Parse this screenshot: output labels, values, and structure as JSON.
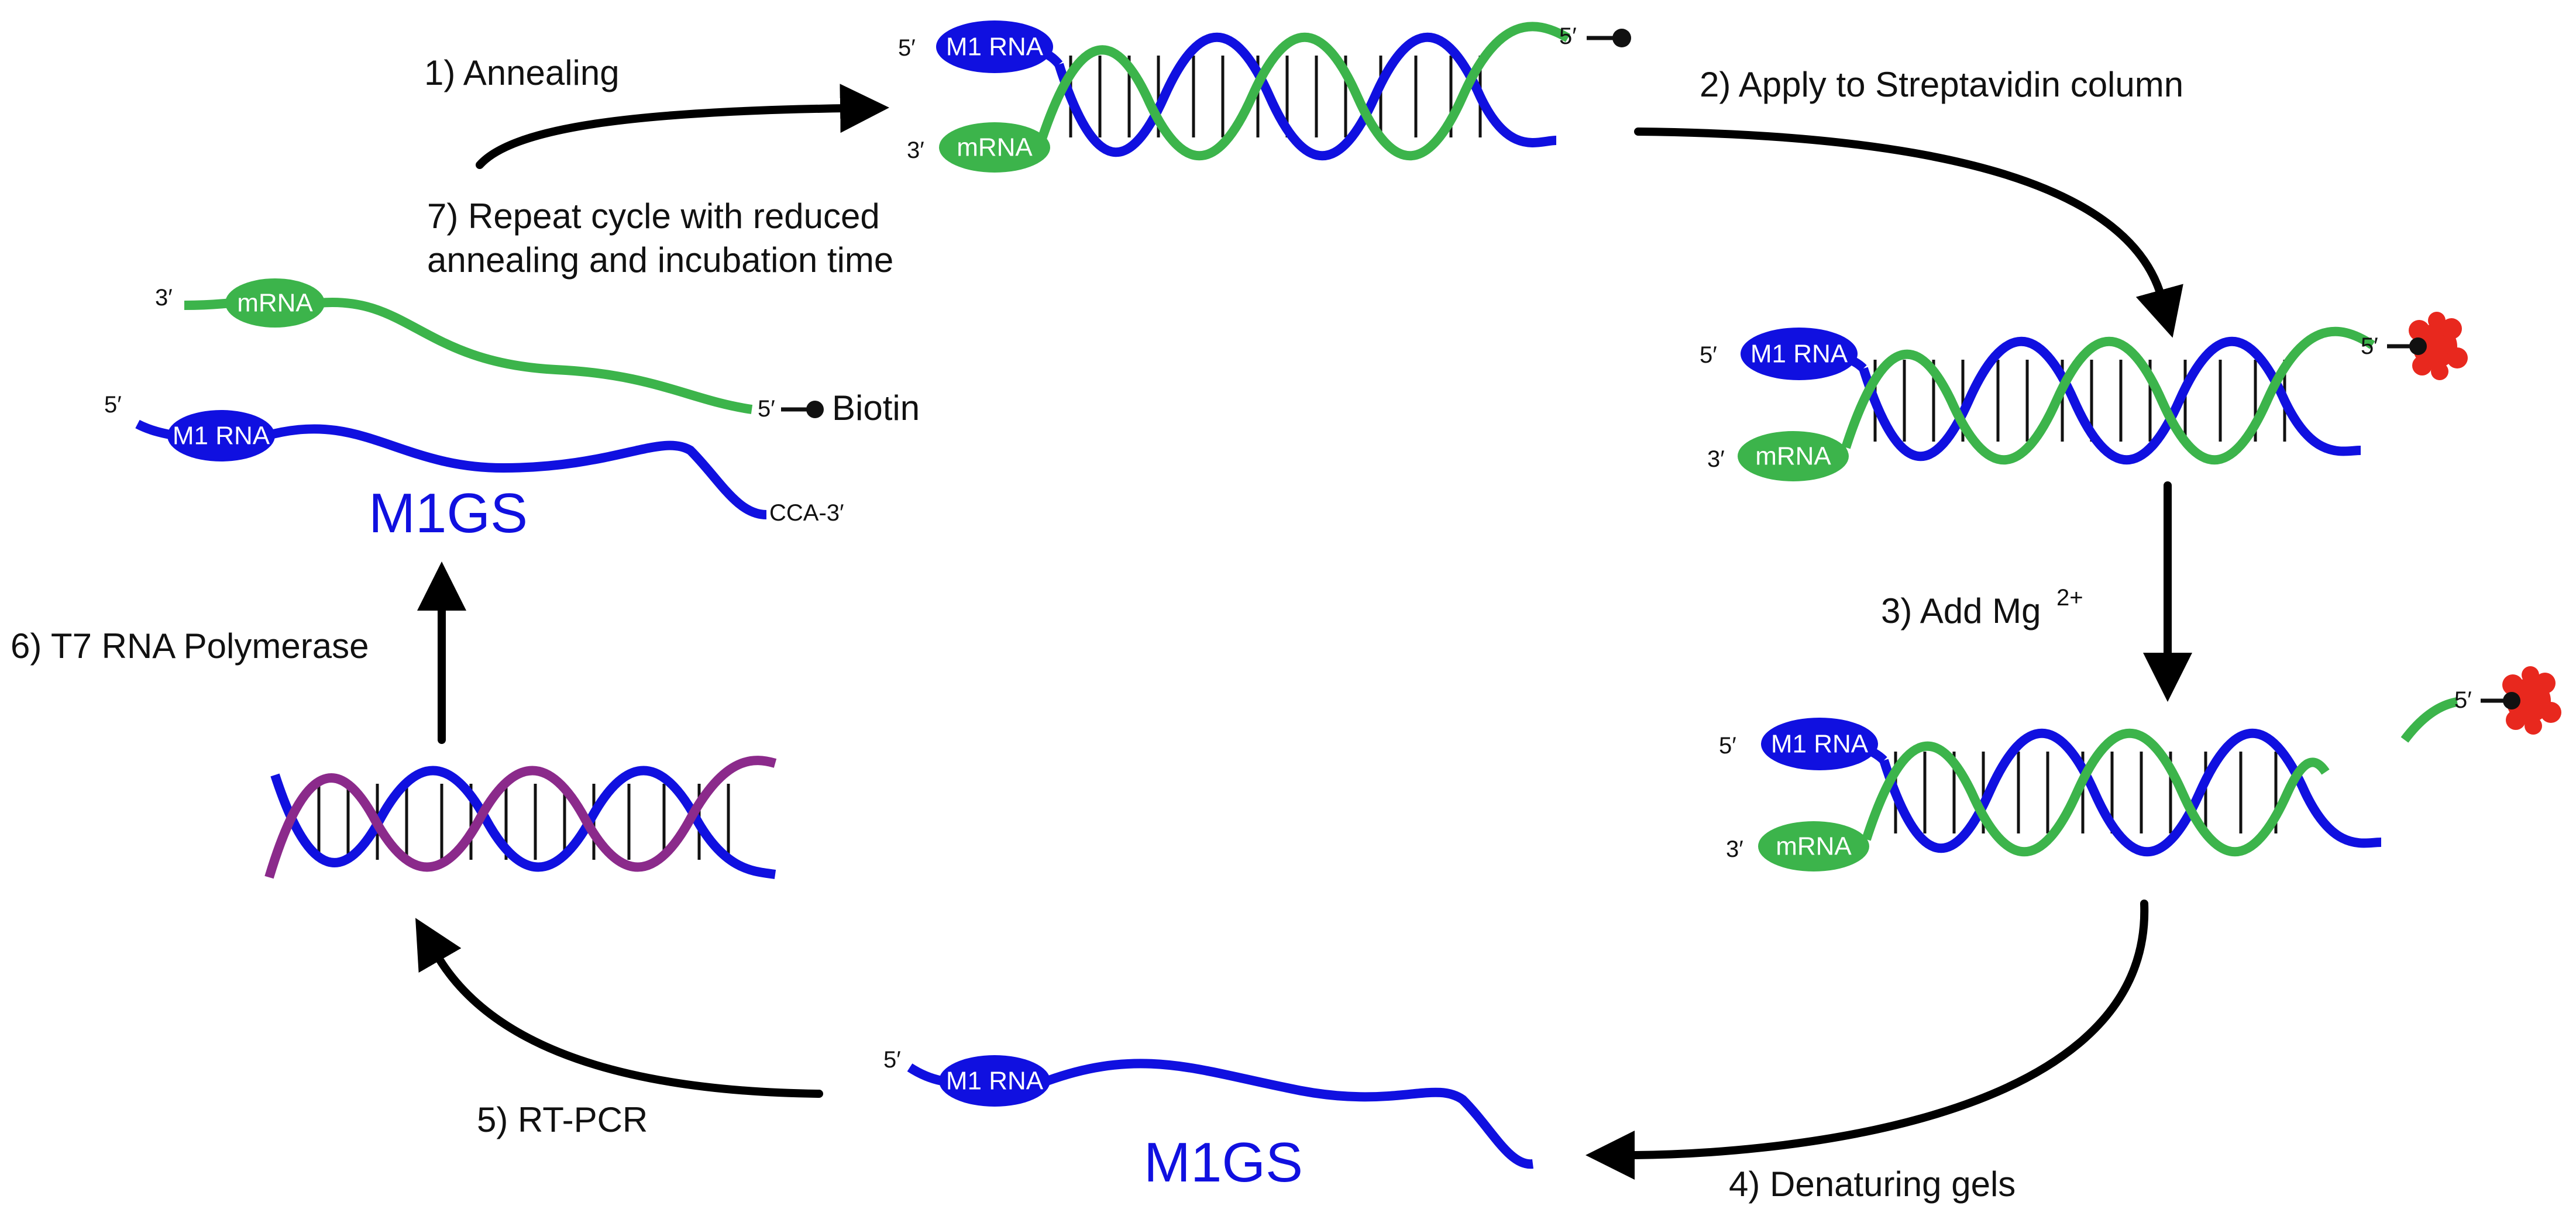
{
  "colors": {
    "m1rna": "#1010e0",
    "mrna": "#3cb44b",
    "cdna": "#8b2a8b",
    "streptavidin": "#e8281e",
    "arrow": "#000000"
  },
  "labels": {
    "pill_m1": "M1 RNA",
    "pill_mrna": "mRNA",
    "five_prime": "5′",
    "three_prime": "3′",
    "biotin": "Biotin",
    "cca": "CCA-3′",
    "m1gs": "M1GS",
    "mg_sup": "2+"
  },
  "steps": {
    "s1": "1)   Annealing",
    "s2": "2) Apply to Streptavidin column",
    "s3": "3) Add Mg",
    "s4": "4) Denaturing gels",
    "s5": "5) RT-PCR",
    "s6": "6) T7 RNA Polymerase",
    "s7a": "7) Repeat cycle with reduced",
    "s7b": "annealing and incubation time"
  }
}
